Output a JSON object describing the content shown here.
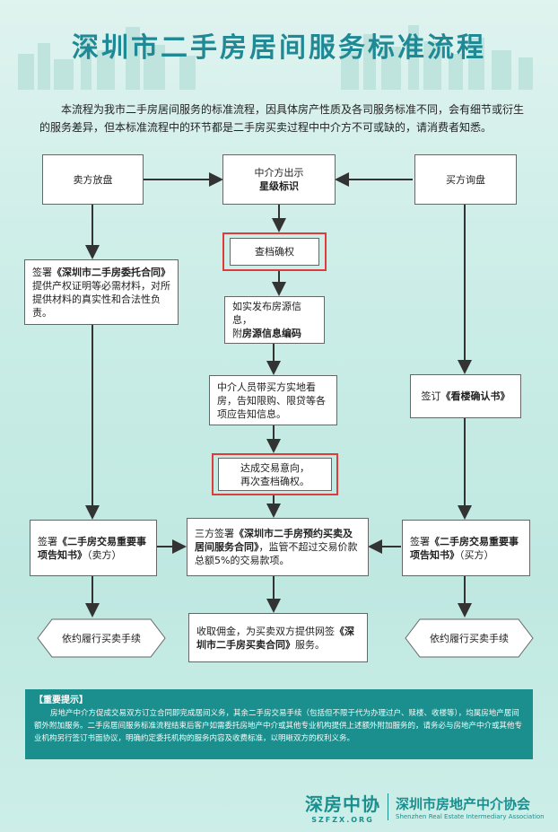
{
  "title": "深圳市二手房居间服务标准流程",
  "intro": "本流程为我市二手房居间服务的标准流程，因具体房产性质及各司服务标准不同，会有细节或衍生的服务差异，但本标准流程中的环节都是二手房买卖过程中中介方不可或缺的，请消费者知悉。",
  "seller_listing": "卖方放盘",
  "agent_star_line1": "中介方出示",
  "agent_star_line2": "星级标识",
  "buyer_inquiry": "买方询盘",
  "check_title": "查档确权",
  "seller_contract": {
    "prefix": "签署",
    "bold": "《深圳市二手房委托合同》",
    "suffix": "提供产权证明等必需材料，对所提供材料的真实性和合法性负责。"
  },
  "publish_info": {
    "line1": "如实发布房源信息，",
    "line2_prefix": "附",
    "line2_bold": "房源信息编码"
  },
  "viewing": "中介人员带买方实地看房，告知限购、限贷等各项应告知信息。",
  "buyer_confirm": {
    "prefix": "签订",
    "bold": "《看楼确认书》"
  },
  "intent": {
    "line1": "达成交易意向，",
    "line2": "再次查档确权。"
  },
  "seller_notice": {
    "prefix": "签署",
    "bold": "《二手房交易重要事项告知书》",
    "suffix": "（卖方）"
  },
  "tripartite": {
    "prefix": "三方签署",
    "bold": "《深圳市二手房预约买卖及居间服务合同》",
    "suffix": "，监管不超过交易价款总额5%的交易款项。"
  },
  "buyer_notice": {
    "prefix": "签署",
    "bold": "《二手房交易重要事项告知书》",
    "suffix": "（买方）"
  },
  "fulfill_left": "依约履行买卖手续",
  "commission": {
    "prefix": "收取佣金，为买卖双方提供网签",
    "bold": "《深圳市二手房买卖合同》",
    "suffix": "服务。"
  },
  "fulfill_right": "依约履行买卖手续",
  "notice": {
    "title": "【重要提示】",
    "body": "房地产中介方促成交易双方订立合同即完成居间义务，其余二手房交易手续（包括但不限于代为办理过户、赎楼、收楼等），均属房地产居间额外附加服务。二手房居间服务标准流程结束后客户如需委托房地产中介或其他专业机构提供上述额外附加服务的，请务必与房地产中介或其他专业机构另行签订书面协议，明确约定委托机构的服务内容及收费标准，以明晰双方的权利义务。"
  },
  "logo": {
    "chinese": "深房中协",
    "url": "SZFZX.ORG",
    "org_name": "深圳市房地产中介协会",
    "org_en": "Shenzhen Real Estate Intermediary Association"
  },
  "colors": {
    "title": "#1f8a96",
    "highlight_border": "#e03b3b",
    "notice_bg": "#1a8f8d"
  }
}
